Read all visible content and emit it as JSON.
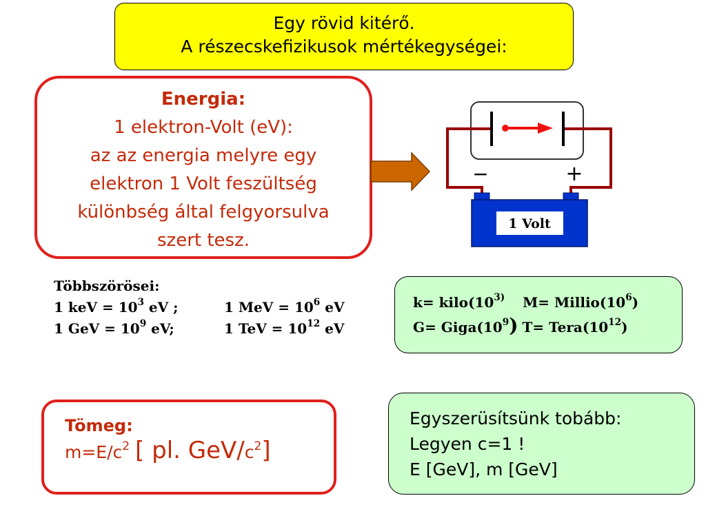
{
  "title": {
    "line1": "Egy rövid kitérő.",
    "line2": "A részecskefizikusok mértékegységei:"
  },
  "energy": {
    "heading": "Energia:",
    "lines": [
      "1 elektron-Volt (eV):",
      "az az energia melyre egy",
      "elektron 1 Volt feszültség",
      "különbség által felgyorsulva",
      "szert tesz."
    ]
  },
  "circuit": {
    "minus": "−",
    "plus": "+",
    "battery_label": "1 Volt"
  },
  "multiples": {
    "heading": "Többszörösei:",
    "kev": {
      "text": "1 keV = 10",
      "exp": "3",
      "unit": " eV ;"
    },
    "mev": {
      "text": "1 MeV = 10",
      "exp": "6",
      "unit": " eV"
    },
    "gev": {
      "text": "1 GeV = 10",
      "exp": "9",
      "unit": " eV;"
    },
    "tev": {
      "text": "1 TeV = 10",
      "exp": "12",
      "unit": " eV"
    }
  },
  "prefixes": {
    "kilo": {
      "text": "k= kilo(10",
      "exp": "3)",
      "close": ""
    },
    "millio": {
      "text": "M= Millio(10",
      "exp": "6",
      "close": ")"
    },
    "giga": {
      "text": "G= Giga(10",
      "exp": "9",
      "close": ")"
    },
    "tera": {
      "text": "T= Tera(10",
      "exp": "12",
      "close": ")"
    }
  },
  "mass": {
    "heading": "Tömeg:",
    "formula_a": "m=E/c",
    "exp_a": "2",
    "formula_b": "[ pl. GeV/",
    "formula_c": "c",
    "exp_b": "2",
    "formula_d": "]"
  },
  "simplify": {
    "lines": [
      "Egyszerüsítsünk tobább:",
      "Legyen c=1 !",
      "E [GeV], m [GeV]"
    ]
  },
  "colors": {
    "title_bg": "#ffff00",
    "red_border": "#e0201c",
    "red_text": "#c42a0a",
    "green_bg": "#ccffcc",
    "arrow": "#cc6600",
    "wire": "#990000",
    "battery": "#0033cc"
  }
}
